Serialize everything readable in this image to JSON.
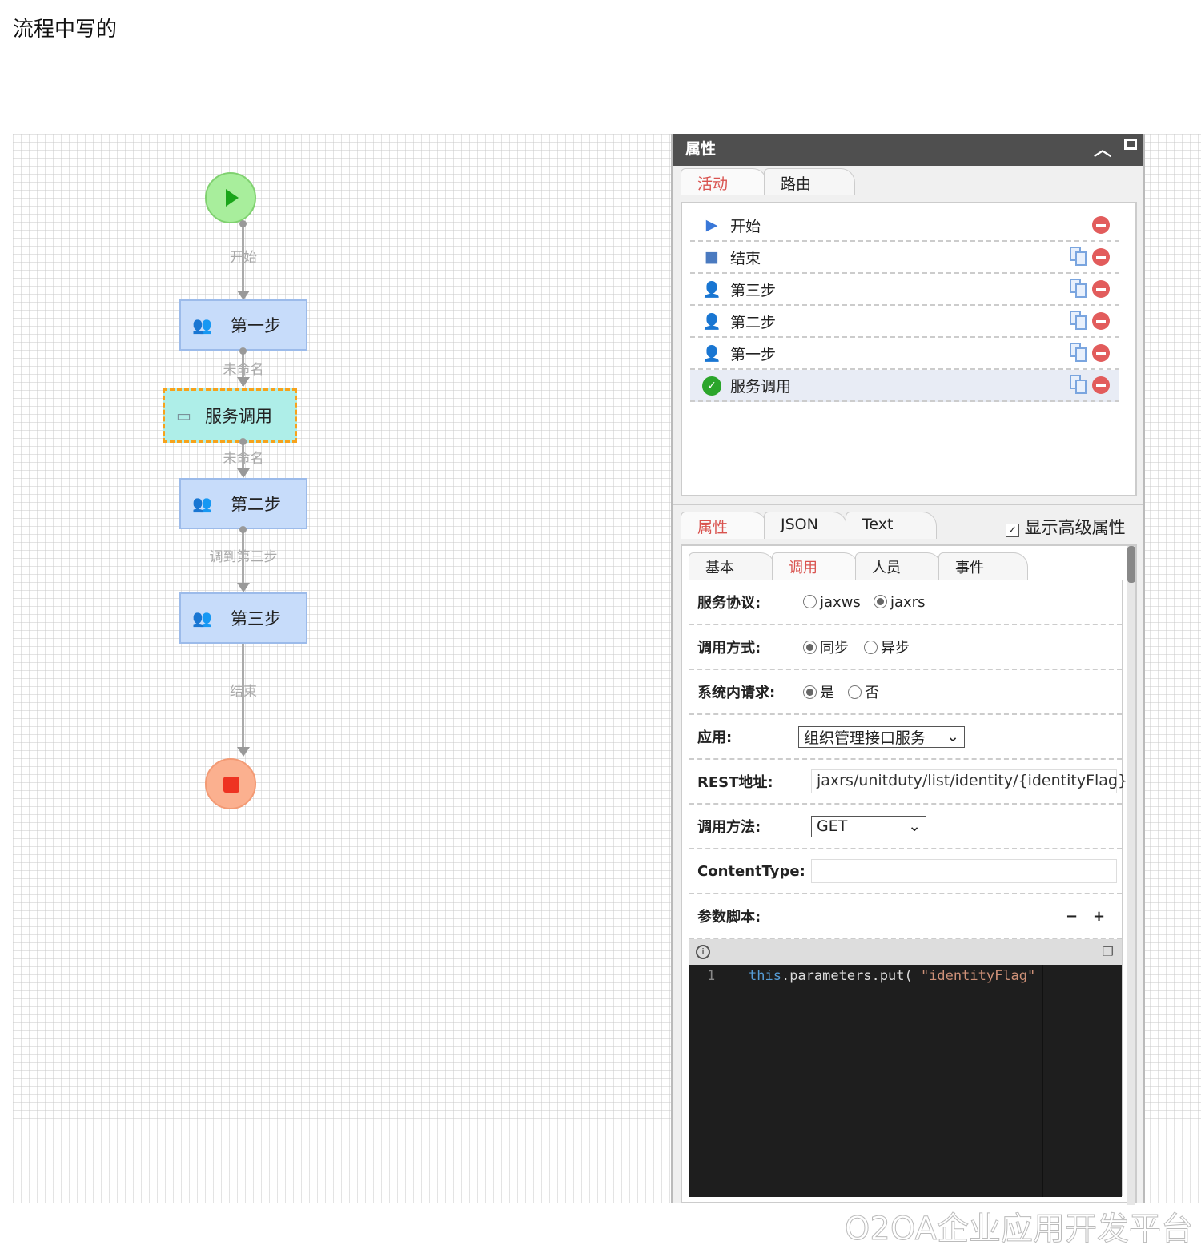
{
  "title": "流程中写的",
  "diagram": {
    "nodes": [
      "第一步",
      "服务调用",
      "第二步",
      "第三步"
    ],
    "routes": [
      "开始",
      "未命名",
      "未命名",
      "调到第三步",
      "结束"
    ]
  },
  "panel": {
    "header": "属性",
    "top_tabs": [
      "活动",
      "路由"
    ],
    "activities": [
      {
        "label": "开始",
        "icon": "start-triangle-icon"
      },
      {
        "label": "结束",
        "icon": "end-square-icon"
      },
      {
        "label": "第三步",
        "icon": "user-icon"
      },
      {
        "label": "第二步",
        "icon": "user-icon"
      },
      {
        "label": "第一步",
        "icon": "user-icon"
      },
      {
        "label": "服务调用",
        "icon": "service-icon",
        "selected": true
      }
    ],
    "bottom_tabs": [
      "属性",
      "JSON",
      "Text"
    ],
    "show_advanced": "显示高级属性",
    "sub_tabs": [
      "基本",
      "调用",
      "人员",
      "事件"
    ],
    "form": {
      "protocol": {
        "label": "服务协议:",
        "options": [
          "jaxws",
          "jaxrs"
        ],
        "selected": "jaxrs"
      },
      "mode": {
        "label": "调用方式:",
        "options": [
          "同步",
          "异步"
        ],
        "selected": "同步"
      },
      "internal": {
        "label": "系统内请求:",
        "options": [
          "是",
          "否"
        ],
        "selected": "是"
      },
      "app": {
        "label": "应用:",
        "value": "组织管理接口服务"
      },
      "rest": {
        "label": "REST地址:",
        "value": "jaxrs/unitduty/list/identity/{identityFlag}"
      },
      "method": {
        "label": "调用方法:",
        "value": "GET"
      },
      "content_type": {
        "label": "ContentType:",
        "value": ""
      },
      "script": {
        "label": "参数脚本:",
        "minus": "−",
        "plus": "+"
      }
    },
    "code": {
      "line_no": "1",
      "kw": "this",
      "rest": ".parameters.put( ",
      "str": "\"identityFlag\""
    }
  },
  "watermark": "O2OA企业应用开发平台"
}
